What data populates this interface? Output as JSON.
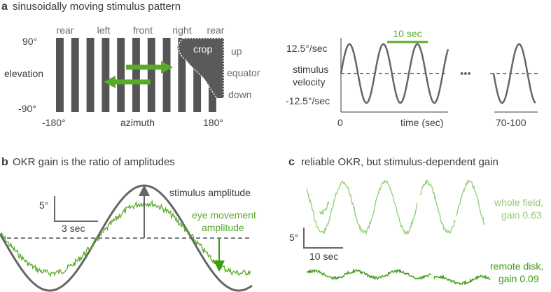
{
  "colors": {
    "text": "#3c3c3c",
    "axis_text": "#6a6a6a",
    "stripe": "#555555",
    "green": "#5aaa28",
    "light_green": "#8fcf6f",
    "dark_green": "#3f9a14",
    "sine": "#666666"
  },
  "panel_a": {
    "letter": "a",
    "title": "sinusoidally moving stimulus pattern",
    "stimulus_map": {
      "top_labels": [
        "rear",
        "left",
        "front",
        "right",
        "rear"
      ],
      "right_labels": [
        "up",
        "equator",
        "down"
      ],
      "crop_label": "crop",
      "y_top": "90°",
      "y_label": "elevation",
      "y_bottom": "-90°",
      "x_left": "-180°",
      "x_label": "azimuth",
      "x_right": "180°"
    },
    "velocity_plot": {
      "y_top": "12.5°/sec",
      "y_label_line1": "stimulus",
      "y_label_line2": "velocity",
      "y_bottom": "-12.5°/sec",
      "x_start": "0",
      "x_label": "time (sec)",
      "x_end": "70-100",
      "ellipsis": "•••",
      "period_label": "10 sec"
    }
  },
  "panel_b": {
    "letter": "b",
    "title": "OKR gain is the ratio of amplitudes",
    "scale_y": "5°",
    "scale_x": "3 sec",
    "stimulus_label": "stimulus amplitude",
    "eye_label_line1": "eye movement",
    "eye_label_line2": "amplitude"
  },
  "panel_c": {
    "letter": "c",
    "title": "reliable OKR, but stimulus-dependent gain",
    "scale_y": "5°",
    "scale_x": "10 sec",
    "whole_label_line1": "whole field,",
    "whole_label_line2": "gain 0.63",
    "remote_label_line1": "remote disk,",
    "remote_label_line2": "gain 0.09"
  }
}
